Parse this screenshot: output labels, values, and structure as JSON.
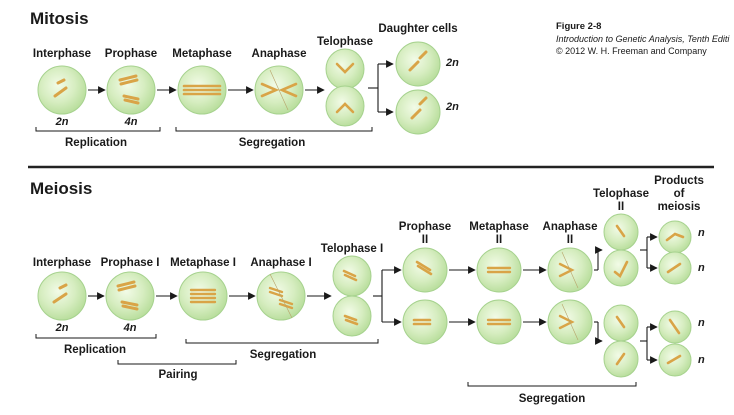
{
  "mitosis": {
    "title": "Mitosis",
    "stages": [
      "Interphase",
      "Prophase",
      "Metaphase",
      "Anaphase",
      "Telophase",
      "Daughter cells"
    ],
    "ploidy": {
      "interphase": "2n",
      "prophase": "4n",
      "daughter_1": "2n",
      "daughter_2": "2n"
    },
    "brackets": {
      "replication": "Replication",
      "segregation": "Segregation"
    }
  },
  "meiosis": {
    "title": "Meiosis",
    "stages": {
      "interphase": "Interphase",
      "prophase_1": "Prophase I",
      "metaphase_1": "Metaphase I",
      "anaphase_1": "Anaphase I",
      "telophase_1": "Telophase I",
      "prophase_2": [
        "Prophase",
        "II"
      ],
      "metaphase_2": [
        "Metaphase",
        "II"
      ],
      "anaphase_2": [
        "Anaphase",
        "II"
      ],
      "telophase_2": [
        "Telophase",
        "II"
      ],
      "products": [
        "Products",
        "of",
        "meiosis"
      ]
    },
    "ploidy": {
      "interphase": "2n",
      "prophase_1": "4n",
      "product": "n"
    },
    "brackets": {
      "replication": "Replication",
      "pairing": "Pairing",
      "segregation_1": "Segregation",
      "segregation_2": "Segregation"
    }
  },
  "caption": {
    "figure": "Figure 2-8",
    "source": "Introduction to Genetic Analysis, Tenth Editi",
    "copyright": "© 2012 W. H. Freeman and Company"
  },
  "colors": {
    "cell_fill": "#cde8b0",
    "cell_stroke": "#9fcf8a",
    "chromosome": "#d9a447",
    "divider": "#222222"
  }
}
